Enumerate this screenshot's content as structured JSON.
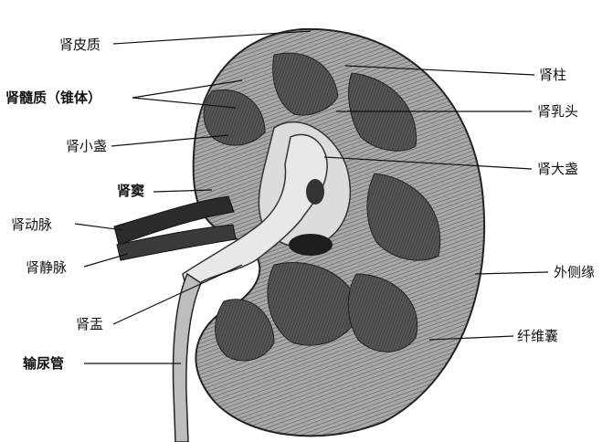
{
  "labels": {
    "renal_cortex": "肾皮质",
    "renal_medulla": "肾髓质（锥体）",
    "minor_calyx": "肾小盏",
    "renal_sinus": "肾窦",
    "renal_artery": "肾动脉",
    "renal_vein": "肾静脉",
    "renal_pelvis": "肾盂",
    "ureter": "输尿管",
    "renal_column": "肾柱",
    "renal_papilla": "肾乳头",
    "major_calyx": "肾大盏",
    "lateral_border": "外侧缘",
    "fibrous_capsule": "纤维囊"
  },
  "colors": {
    "ink": "#111111",
    "cortex": "#9a9a9a",
    "medulla": "#4a4a4a",
    "sinus": "#d8d8d8",
    "dark": "#2a2a2a"
  }
}
